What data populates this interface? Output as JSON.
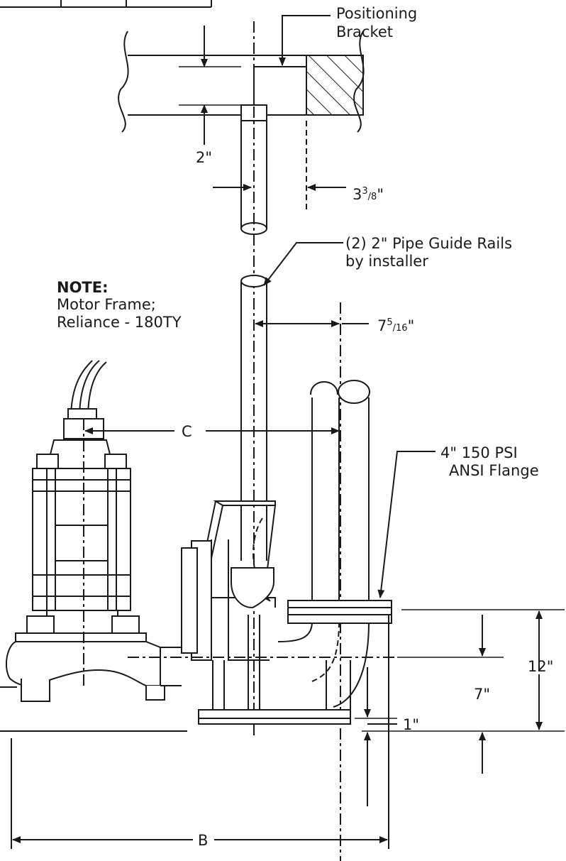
{
  "labels": {
    "positioning_bracket_l1": "Positioning",
    "positioning_bracket_l2": "Bracket",
    "guide_rails_l1": "(2) 2\" Pipe Guide Rails",
    "guide_rails_l2": "by installer",
    "note_title": "NOTE:",
    "note_l1": "Motor Frame;",
    "note_l2": "Reliance - 180TY",
    "flange_l1": "4\" 150 PSI",
    "flange_l2": "ANSI Flange"
  },
  "dimensions": {
    "bracket_thickness": "2\"",
    "rail_offset_whole": "3",
    "rail_offset_num": "3",
    "rail_offset_den": "/8",
    "rail_offset_unit": "\"",
    "discharge_offset_whole": "7",
    "discharge_offset_num": "5",
    "discharge_offset_den": "/16",
    "discharge_offset_unit": "\"",
    "c": "C",
    "b": "B",
    "flange_height": "12\"",
    "centerline_height": "7\"",
    "base_thickness": "1\""
  }
}
